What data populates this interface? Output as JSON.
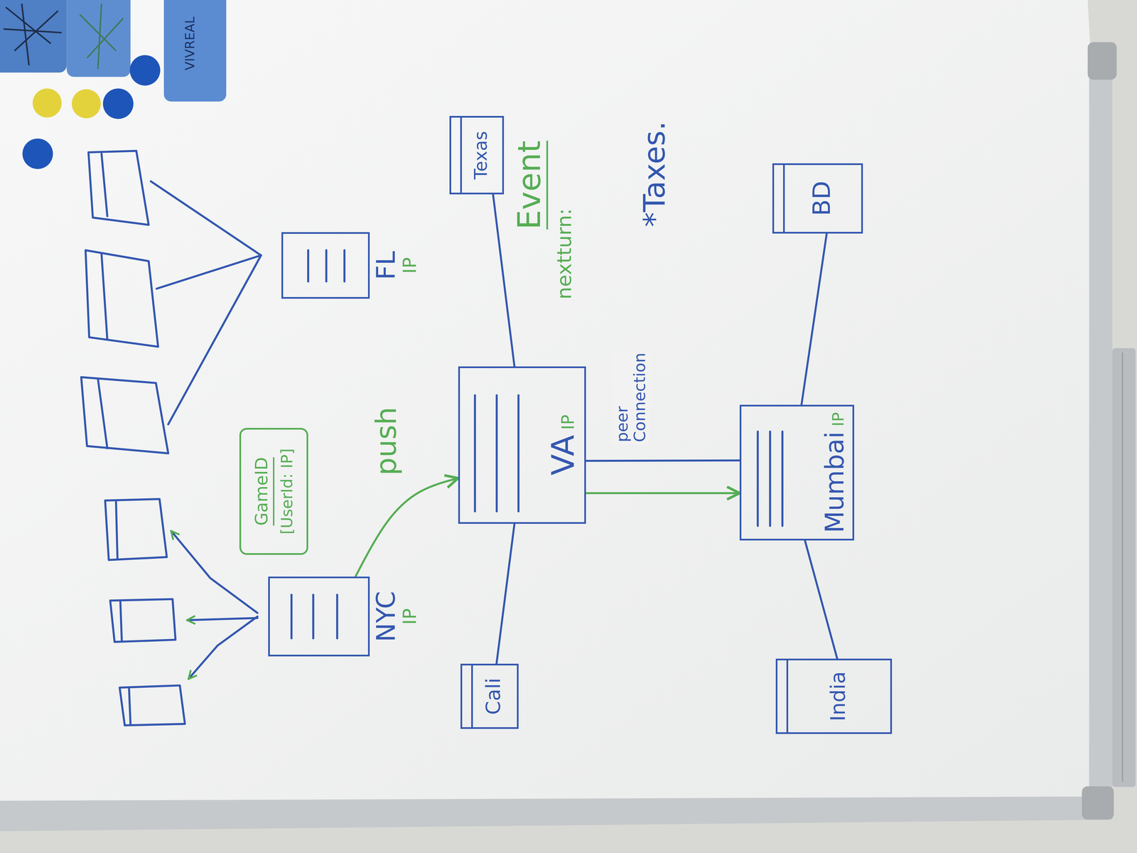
{
  "diagram": {
    "nodes": [
      {
        "text": [
          "NYC",
          "IP"
        ]
      },
      {
        "text": [
          "GameID",
          "[UserId: IP]"
        ]
      },
      {
        "text": [
          "FL",
          "IP"
        ]
      },
      {
        "text": [
          "Cali"
        ]
      },
      {
        "text": [
          "VA",
          "IP"
        ]
      },
      {
        "text": [
          "Texas"
        ]
      },
      {
        "text": [
          "India"
        ]
      },
      {
        "text": [
          "Mumbai",
          "IP"
        ]
      },
      {
        "text": [
          "BD"
        ]
      }
    ],
    "edges": [
      {
        "from": 0,
        "to": 4,
        "arrow": "to",
        "label": "push"
      },
      {
        "from": 4,
        "to": 5,
        "arrow": "none"
      },
      {
        "from": 4,
        "to": 3,
        "arrow": "none"
      },
      {
        "from": 4,
        "to": 7,
        "arrow": "none",
        "label": "peer Connection"
      },
      {
        "from": 4,
        "to": 7,
        "arrow": "to"
      },
      {
        "from": 7,
        "to": 8,
        "arrow": "none"
      },
      {
        "from": 7,
        "to": 6,
        "arrow": "none"
      }
    ],
    "labels": [
      "VIVREAL",
      "Event",
      "nextturn:",
      "*Taxes."
    ]
  }
}
